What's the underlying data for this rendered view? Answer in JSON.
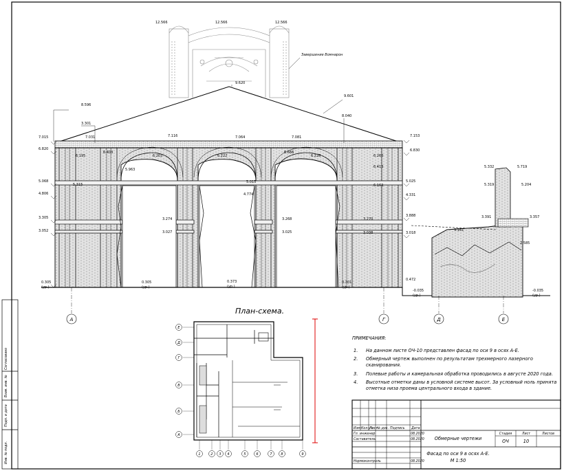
{
  "facade": {
    "top_marks": [
      "12.566",
      "12.566",
      "12.566"
    ],
    "annotation": "Завершение Вомнарон",
    "ridge_marks": [
      "9.620",
      "9.601",
      "8.596",
      "8.040"
    ],
    "eave_marks": [
      "3.301",
      "7.015",
      "7.031",
      "7.116",
      "7.064",
      "7.081",
      "7.153",
      "6.820",
      "6.830"
    ],
    "arch_marks": [
      "6.195",
      "6.403",
      "6.203",
      "6.222",
      "6.228",
      "5.963",
      "6.666",
      "6.260",
      "6.413"
    ],
    "mid_marks": [
      "5.068",
      "4.806",
      "5.315",
      "5.015",
      "4.774",
      "5.025",
      "4.331",
      "6.163"
    ],
    "low_marks": [
      "3.305",
      "3.052",
      "3.274",
      "3.027",
      "3.268",
      "3.025",
      "3.270",
      "3.038",
      "3.888",
      "3.018"
    ],
    "base_marks": [
      "0.305",
      "0.305",
      "0.373",
      "0.301",
      "0.472",
      "-0.035",
      "-0.035"
    ],
    "base_sub": "(ур.)",
    "right_marks": [
      "5.332",
      "5.719",
      "5.319",
      "5.204",
      "3.391",
      "3.357",
      "3.161",
      "2.585"
    ],
    "axes": [
      "А",
      "Г",
      "Д",
      "Е"
    ]
  },
  "plan": {
    "title": "План-схема.",
    "row_axes": [
      "Е",
      "Д",
      "Г",
      "В",
      "Б",
      "А"
    ],
    "col_axes": [
      "1",
      "2",
      "3",
      "4",
      "5",
      "6",
      "7",
      "8",
      "9"
    ]
  },
  "notes": {
    "heading": "ПРИМЕЧАНИЯ:",
    "items": [
      {
        "num": "1.",
        "lines": [
          "На данном листе ОЧ-10 представлен фасад по оси 9 в осях А-Е."
        ]
      },
      {
        "num": "2.",
        "lines": [
          "Обмерный чертеж выполнен по результатам трехмерного лазерного",
          "сканирования."
        ]
      },
      {
        "num": "3.",
        "lines": [
          "Полевые работы и камеральная обработка проводились в августе 2020 года."
        ]
      },
      {
        "num": "4.",
        "lines": [
          "Высотные отметки даны в условной системе высот. За условный ноль принята",
          "отметка низа проема центрального входа в здание."
        ]
      }
    ]
  },
  "side_stamp": [
    "Согласовано",
    "Взам. инв. №",
    "Подп. и дата",
    "Инв. № подл."
  ],
  "title_block": {
    "headers": [
      "Изм.",
      "Кол.уч.",
      "Лист",
      "№ док.",
      "Подпись",
      "Дата"
    ],
    "roles": [
      {
        "role": "Гл. инженер",
        "date": "08.2020"
      },
      {
        "role": "Составитель",
        "date": "08.2020"
      },
      {
        "role": "Нормоконтроль",
        "date": "08.2020"
      }
    ],
    "stage_headers": [
      "Стадия",
      "Лист",
      "Листов"
    ],
    "stage_values": [
      "ОЧ",
      "10",
      ""
    ],
    "drawing_type": "Обмерные чертежи",
    "drawing_title": "Фасад по оси 9 в осях А-Е.",
    "drawing_scale": "М 1:50"
  }
}
